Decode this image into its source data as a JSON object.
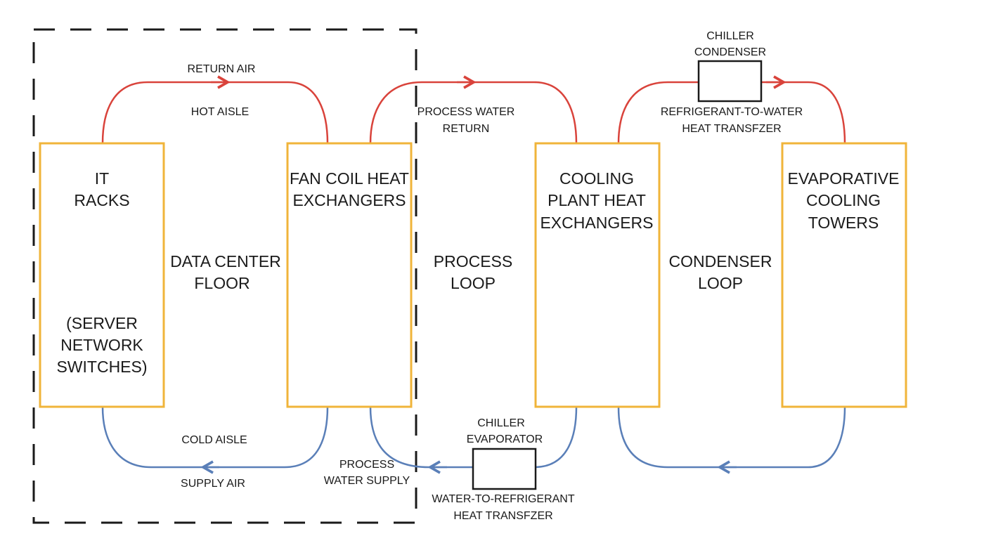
{
  "boxes": {
    "it_racks": {
      "line1": "IT",
      "line2": "RACKS",
      "sub1": "(SERVER",
      "sub2": "NETWORK",
      "sub3": "SWITCHES)"
    },
    "fan_coil": {
      "line1": "FAN COIL HEAT",
      "line2": "EXCHANGERS"
    },
    "cooling_plant": {
      "line1": "COOLING",
      "line2": "PLANT HEAT",
      "line3": "EXCHANGERS"
    },
    "evaporative": {
      "line1": "EVAPORATIVE",
      "line2": "COOLING",
      "line3": "TOWERS"
    }
  },
  "loops": {
    "data_center_floor": {
      "line1": "DATA CENTER",
      "line2": "FLOOR"
    },
    "process_loop": {
      "line1": "PROCESS",
      "line2": "LOOP"
    },
    "condenser_loop": {
      "line1": "CONDENSER",
      "line2": "LOOP"
    }
  },
  "labels": {
    "return_air": "RETURN AIR",
    "hot_aisle": "HOT AISLE",
    "cold_aisle": "COLD AISLE",
    "supply_air": "SUPPLY AIR",
    "process_water_return_1": "PROCESS WATER",
    "process_water_return_2": "RETURN",
    "process_water_supply_1": "PROCESS",
    "process_water_supply_2": "WATER SUPPLY",
    "chiller_condenser_1": "CHILLER",
    "chiller_condenser_2": "CONDENSER",
    "refrigerant_to_water_1": "REFRIGERANT-TO-WATER",
    "refrigerant_to_water_2": "HEAT TRANSFZER",
    "chiller_evaporator_1": "CHILLER",
    "chiller_evaporator_2": "EVAPORATOR",
    "water_to_refrigerant_1": "WATER-TO-REFRIGERANT",
    "water_to_refrigerant_2": "HEAT TRANSFZER"
  },
  "colors": {
    "box_border": "#f0b43a",
    "hot_line": "#d9433b",
    "cold_line": "#5a7fb8",
    "dashed_boundary": "#1a1a1a"
  }
}
